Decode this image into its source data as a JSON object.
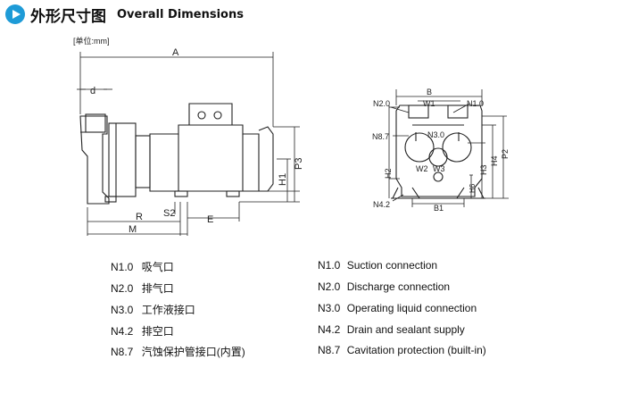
{
  "header": {
    "title_cn": "外形尺寸图",
    "title_en": "Overall Dimensions",
    "icon": "play-circle-icon"
  },
  "side_view": {
    "unit_note": "[单位:mm]",
    "labels": {
      "A": "A",
      "d": "d",
      "P3": "P3",
      "H1": "H1",
      "S2": "S2",
      "R": "R",
      "E": "E",
      "M": "M"
    }
  },
  "front_view": {
    "labels": {
      "B": "B",
      "W1": "W1",
      "N2_0": "N2.0",
      "N1_0": "N1.0",
      "N8_7": "N8.7",
      "N3_0": "N3.0",
      "W2": "W2",
      "W3": "W3",
      "H2": "H2",
      "H3": "H3",
      "H4": "H4",
      "P2": "P2",
      "H6": "H6",
      "N4_2": "N4.2",
      "B1": "B1"
    }
  },
  "legend_cn": [
    {
      "code": "N1.0",
      "label": "吸气口"
    },
    {
      "code": "N2.0",
      "label": "排气口"
    },
    {
      "code": "N3.0",
      "label": "工作液接口"
    },
    {
      "code": "N4.2",
      "label": "排空口"
    },
    {
      "code": "N8.7",
      "label": "汽蚀保护管接口(内置)"
    }
  ],
  "legend_en": [
    {
      "code": "N1.0",
      "label": "Suction connection"
    },
    {
      "code": "N2.0",
      "label": "Discharge connection"
    },
    {
      "code": "N3.0",
      "label": "Operating liquid connection"
    },
    {
      "code": "N4.2",
      "label": "Drain and sealant supply"
    },
    {
      "code": "N8.7",
      "label": "Cavitation protection (built-in)"
    }
  ]
}
